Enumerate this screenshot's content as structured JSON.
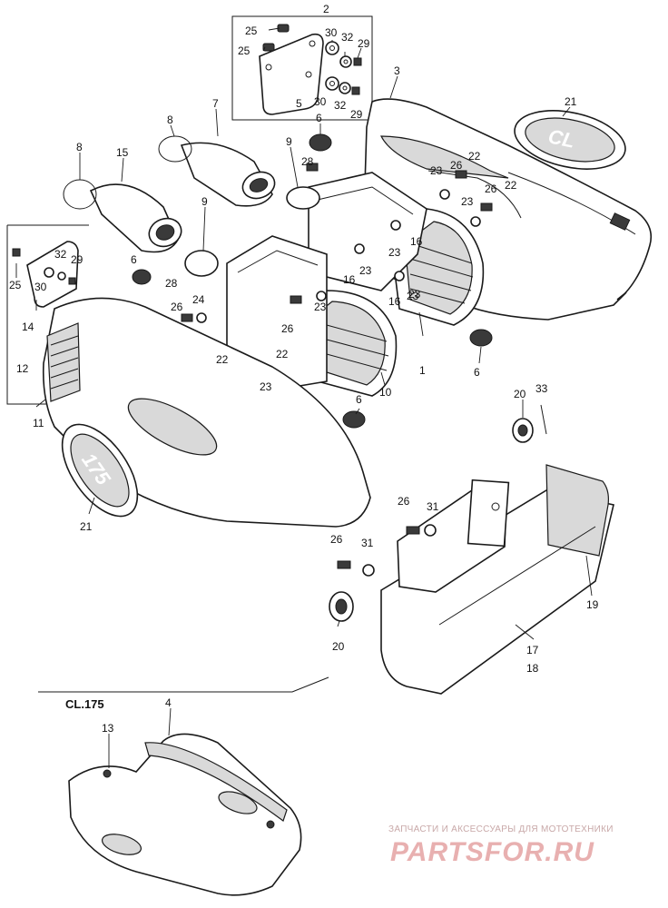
{
  "diagram": {
    "section_label": "CL.175",
    "watermark": {
      "tagline": "ЗАПЧАСТИ И АКСЕССУАРЫ ДЛЯ МОТОТЕХНИКИ",
      "logo": "PARTSFOR.RU"
    },
    "badges": [
      "CL",
      "175"
    ],
    "callouts": [
      {
        "id": "c-2",
        "text": "2"
      },
      {
        "id": "c-25a",
        "text": "25"
      },
      {
        "id": "c-25b",
        "text": "25"
      },
      {
        "id": "c-30a",
        "text": "30"
      },
      {
        "id": "c-32a",
        "text": "32"
      },
      {
        "id": "c-29a",
        "text": "29"
      },
      {
        "id": "c-30b",
        "text": "30"
      },
      {
        "id": "c-32b",
        "text": "32"
      },
      {
        "id": "c-5",
        "text": "5"
      },
      {
        "id": "c-3",
        "text": "3"
      },
      {
        "id": "c-21a",
        "text": "21"
      },
      {
        "id": "c-29b",
        "text": "29"
      },
      {
        "id": "c-6a",
        "text": "6"
      },
      {
        "id": "c-8a",
        "text": "8"
      },
      {
        "id": "c-7",
        "text": "7"
      },
      {
        "id": "c-8b",
        "text": "8"
      },
      {
        "id": "c-15",
        "text": "15"
      },
      {
        "id": "c-9a",
        "text": "9"
      },
      {
        "id": "c-28a",
        "text": "28"
      },
      {
        "id": "c-23a",
        "text": "23"
      },
      {
        "id": "c-26a",
        "text": "26"
      },
      {
        "id": "c-22a",
        "text": "22"
      },
      {
        "id": "c-23b",
        "text": "23"
      },
      {
        "id": "c-26b",
        "text": "26"
      },
      {
        "id": "c-22b",
        "text": "22"
      },
      {
        "id": "c-9b",
        "text": "9"
      },
      {
        "id": "c-23c",
        "text": "23"
      },
      {
        "id": "c-16a",
        "text": "16"
      },
      {
        "id": "c-32c",
        "text": "32"
      },
      {
        "id": "c-29c",
        "text": "29"
      },
      {
        "id": "c-30c",
        "text": "30"
      },
      {
        "id": "c-25c",
        "text": "25"
      },
      {
        "id": "c-6b",
        "text": "6"
      },
      {
        "id": "c-28b",
        "text": "28"
      },
      {
        "id": "c-23d",
        "text": "23"
      },
      {
        "id": "c-16b",
        "text": "16"
      },
      {
        "id": "c-23e",
        "text": "23"
      },
      {
        "id": "c-14",
        "text": "14"
      },
      {
        "id": "c-26c",
        "text": "26"
      },
      {
        "id": "c-24",
        "text": "24"
      },
      {
        "id": "c-26d",
        "text": "26"
      },
      {
        "id": "c-23f",
        "text": "23"
      },
      {
        "id": "c-16c",
        "text": "16"
      },
      {
        "id": "c-23g",
        "text": "23"
      },
      {
        "id": "c-12",
        "text": "12"
      },
      {
        "id": "c-22c",
        "text": "22"
      },
      {
        "id": "c-22d",
        "text": "22"
      },
      {
        "id": "c-23h",
        "text": "23"
      },
      {
        "id": "c-1",
        "text": "1"
      },
      {
        "id": "c-6c",
        "text": "6"
      },
      {
        "id": "c-10",
        "text": "10"
      },
      {
        "id": "c-6d",
        "text": "6"
      },
      {
        "id": "c-11",
        "text": "11"
      },
      {
        "id": "c-20a",
        "text": "20"
      },
      {
        "id": "c-33",
        "text": "33"
      },
      {
        "id": "c-21b",
        "text": "21"
      },
      {
        "id": "c-26e",
        "text": "26"
      },
      {
        "id": "c-31a",
        "text": "31"
      },
      {
        "id": "c-26f",
        "text": "26"
      },
      {
        "id": "c-31b",
        "text": "31"
      },
      {
        "id": "c-19",
        "text": "19"
      },
      {
        "id": "c-20b",
        "text": "20"
      },
      {
        "id": "c-17",
        "text": "17"
      },
      {
        "id": "c-18",
        "text": "18"
      },
      {
        "id": "c-4",
        "text": "4"
      },
      {
        "id": "c-13",
        "text": "13"
      }
    ]
  }
}
